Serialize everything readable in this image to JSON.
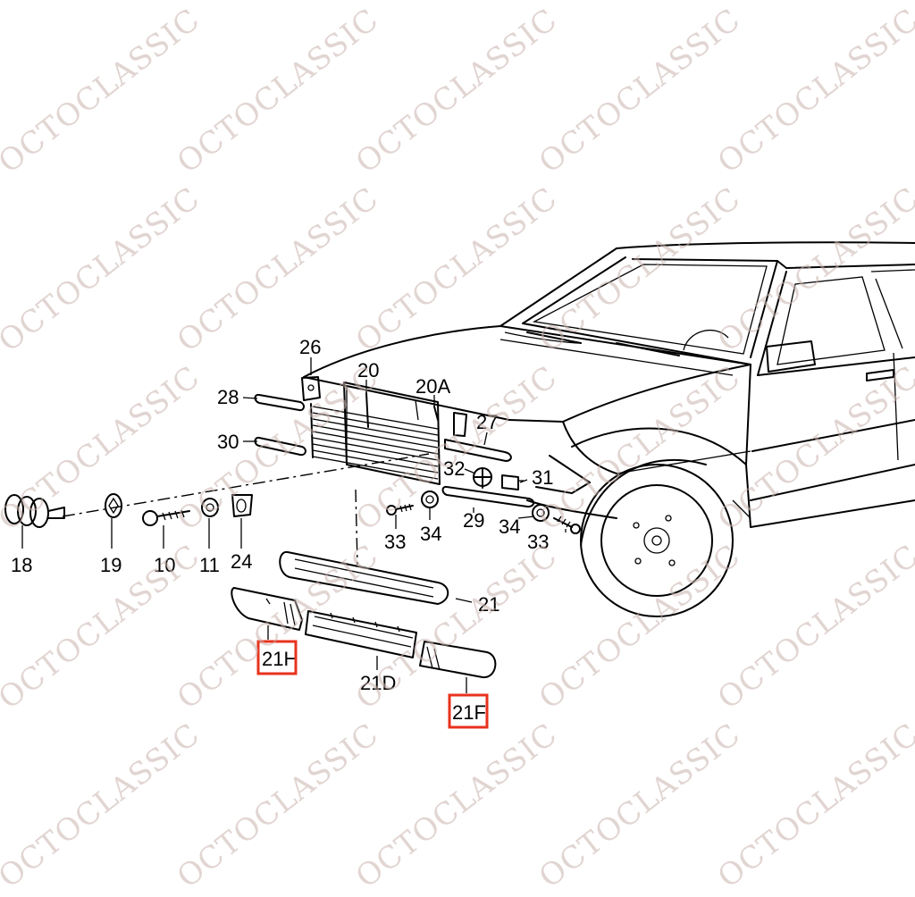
{
  "watermark": "OCTOCLASSIC",
  "highlight_color": "#e8321e",
  "labels": {
    "p26": "26",
    "p20": "20",
    "p20a": "20A",
    "p28": "28",
    "p27": "27",
    "p30": "30",
    "p32": "32",
    "p31": "31",
    "p18": "18",
    "p19": "19",
    "p10": "10",
    "p11": "11",
    "p24": "24",
    "p33a": "33",
    "p34a": "34",
    "p29": "29",
    "p34b": "34",
    "p33b": "33",
    "p21": "21",
    "p21h": "21H",
    "p21d": "21D",
    "p21f": "21F"
  }
}
